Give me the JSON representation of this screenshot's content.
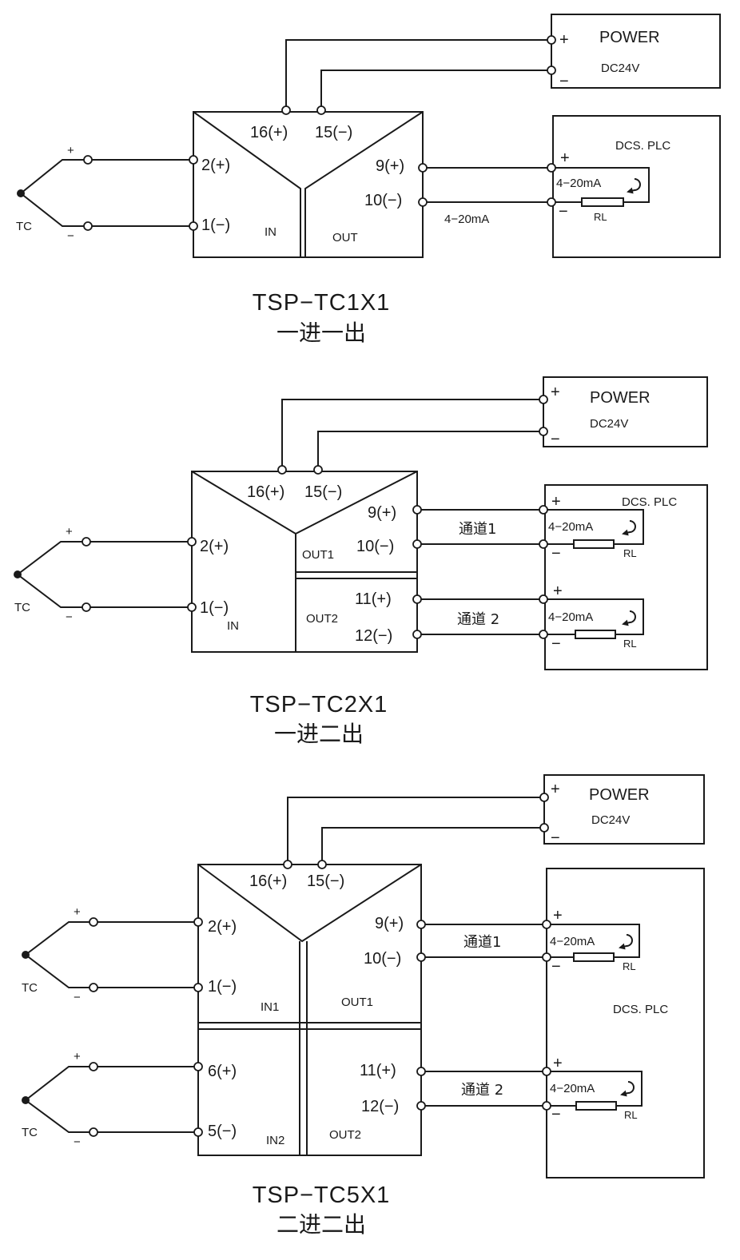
{
  "diagram_1": {
    "power": {
      "plus": "+",
      "minus": "−",
      "title": "POWER",
      "voltage": "DC24V"
    },
    "module": {
      "t16": "16(+)",
      "t15": "15(−)",
      "t2": "2(+)",
      "t1": "1(−)",
      "t9": "9(+)",
      "t10": "10(−)",
      "in": "IN",
      "out": "OUT"
    },
    "sensor": {
      "label": "TC",
      "plus": "+",
      "minus": "−"
    },
    "signal": "4−20mA",
    "dcs": {
      "label": "DCS. PLC",
      "plus": "+",
      "minus": "−",
      "current": "4−20mA",
      "rl": "RL"
    },
    "model": "TSP−TC1X1",
    "caption": "一进一出"
  },
  "diagram_2": {
    "power": {
      "plus": "+",
      "minus": "−",
      "title": "POWER",
      "voltage": "DC24V"
    },
    "module": {
      "t16": "16(+)",
      "t15": "15(−)",
      "t2": "2(+)",
      "t1": "1(−)",
      "in": "IN",
      "t9": "9(+)",
      "t10": "10(−)",
      "out1": "OUT1",
      "t11": "11(+)",
      "t12": "12(−)",
      "out2": "OUT2"
    },
    "sensor": {
      "label": "TC",
      "plus": "+",
      "minus": "−"
    },
    "channel_1": "通道1",
    "channel_2": "通道 2",
    "dcs": {
      "label": "DCS. PLC",
      "plus_1": "+",
      "minus_1": "−",
      "current_1": "4−20mA",
      "rl_1": "RL",
      "plus_2": "+",
      "minus_2": "−",
      "current_2": "4−20mA",
      "rl_2": "RL"
    },
    "model": "TSP−TC2X1",
    "caption": "一进二出"
  },
  "diagram_3": {
    "power": {
      "plus": "+",
      "minus": "−",
      "title": "POWER",
      "voltage": "DC24V"
    },
    "module": {
      "t16": "16(+)",
      "t15": "15(−)",
      "t2": "2(+)",
      "t1": "1(−)",
      "in1": "IN1",
      "t9": "9(+)",
      "t10": "10(−)",
      "out1": "OUT1",
      "t6": "6(+)",
      "t5": "5(−)",
      "in2": "IN2",
      "t11": "11(+)",
      "t12": "12(−)",
      "out2": "OUT2"
    },
    "sensor_1": {
      "label": "TC",
      "plus": "+",
      "minus": "−"
    },
    "sensor_2": {
      "label": "TC",
      "plus": "+",
      "minus": "−"
    },
    "channel_1": "通道1",
    "channel_2": "通道 2",
    "dcs": {
      "label": "DCS. PLC",
      "plus_1": "+",
      "minus_1": "−",
      "current_1": "4−20mA",
      "rl_1": "RL",
      "plus_2": "+",
      "minus_2": "−",
      "current_2": "4−20mA",
      "rl_2": "RL"
    },
    "model": "TSP−TC5X1",
    "caption": "二进二出"
  }
}
